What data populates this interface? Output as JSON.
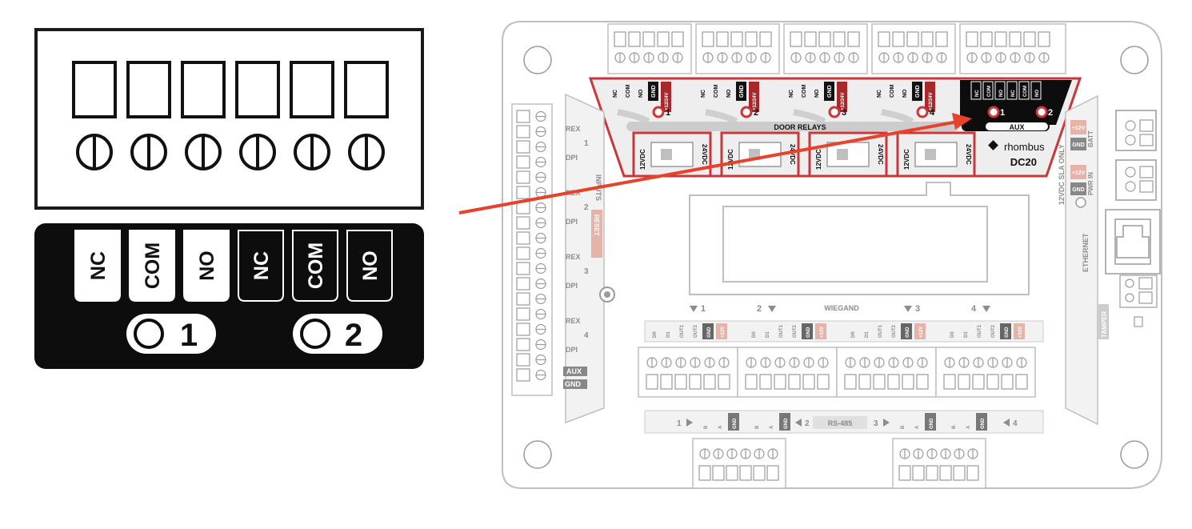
{
  "zoom_panel": {
    "labels": [
      "NC",
      "COM",
      "NO",
      "NC",
      "COM",
      "NO"
    ],
    "relay_numbers": [
      "1",
      "2"
    ]
  },
  "board": {
    "door_relays": {
      "title": "DOOR RELAYS",
      "groups": [
        {
          "number": "1",
          "labels": [
            "NC",
            "COM",
            "NO",
            "GND",
            "+12/24V"
          ]
        },
        {
          "number": "2",
          "labels": [
            "NC",
            "COM",
            "NO",
            "GND",
            "+12/24V"
          ]
        },
        {
          "number": "3",
          "labels": [
            "NC",
            "COM",
            "NO",
            "GND",
            "+12/24V"
          ]
        },
        {
          "number": "4",
          "labels": [
            "NC",
            "COM",
            "NO",
            "GND",
            "+12/24V"
          ]
        }
      ]
    },
    "aux": {
      "title": "AUX",
      "labels": [
        "NC",
        "COM",
        "NO",
        "NC",
        "COM",
        "NO"
      ],
      "numbers": [
        "1",
        "2"
      ]
    },
    "voltage_labels": [
      "12VDC",
      "24VDC",
      "12VDC",
      "24VDC",
      "12VDC",
      "24VDC",
      "12VDC",
      "24VDC"
    ],
    "brand": "rhombus",
    "model": "DC20",
    "inputs": {
      "title": "INPUTS",
      "rows": [
        {
          "rex": "REX",
          "number": "1",
          "dpi": "DPI"
        },
        {
          "rex": "REX",
          "number": "2",
          "dpi": "DPI"
        },
        {
          "rex": "REX",
          "number": "3",
          "dpi": "DPI"
        },
        {
          "rex": "REX",
          "number": "4",
          "dpi": "DPI"
        }
      ],
      "aux": "AUX",
      "gnd": "GND",
      "reset": "RESET"
    },
    "power": {
      "batt": "BATT",
      "pwr_in": "PWR IN",
      "sla_note": "12VDC SLA ONLY",
      "plus12v": "+12V",
      "gnd": "GND"
    },
    "ethernet": "ETHERNET",
    "tamper": "TAMPER",
    "wiegand": {
      "title": "WIEGAND",
      "numbers": [
        "1",
        "2",
        "3",
        "4"
      ],
      "labels": [
        "D0",
        "D1",
        "OUT1",
        "OUT2",
        "GND",
        "+12V"
      ]
    },
    "rs485": {
      "title": "RS-485",
      "numbers": [
        "1",
        "2",
        "3",
        "4"
      ],
      "labels": [
        "B",
        "A",
        "GND"
      ]
    }
  },
  "colors": {
    "arrow": "#e8412c",
    "highlight": "#c8373a",
    "panel_black": "#0d0d0d",
    "board_outline": "#bfbfbf"
  }
}
